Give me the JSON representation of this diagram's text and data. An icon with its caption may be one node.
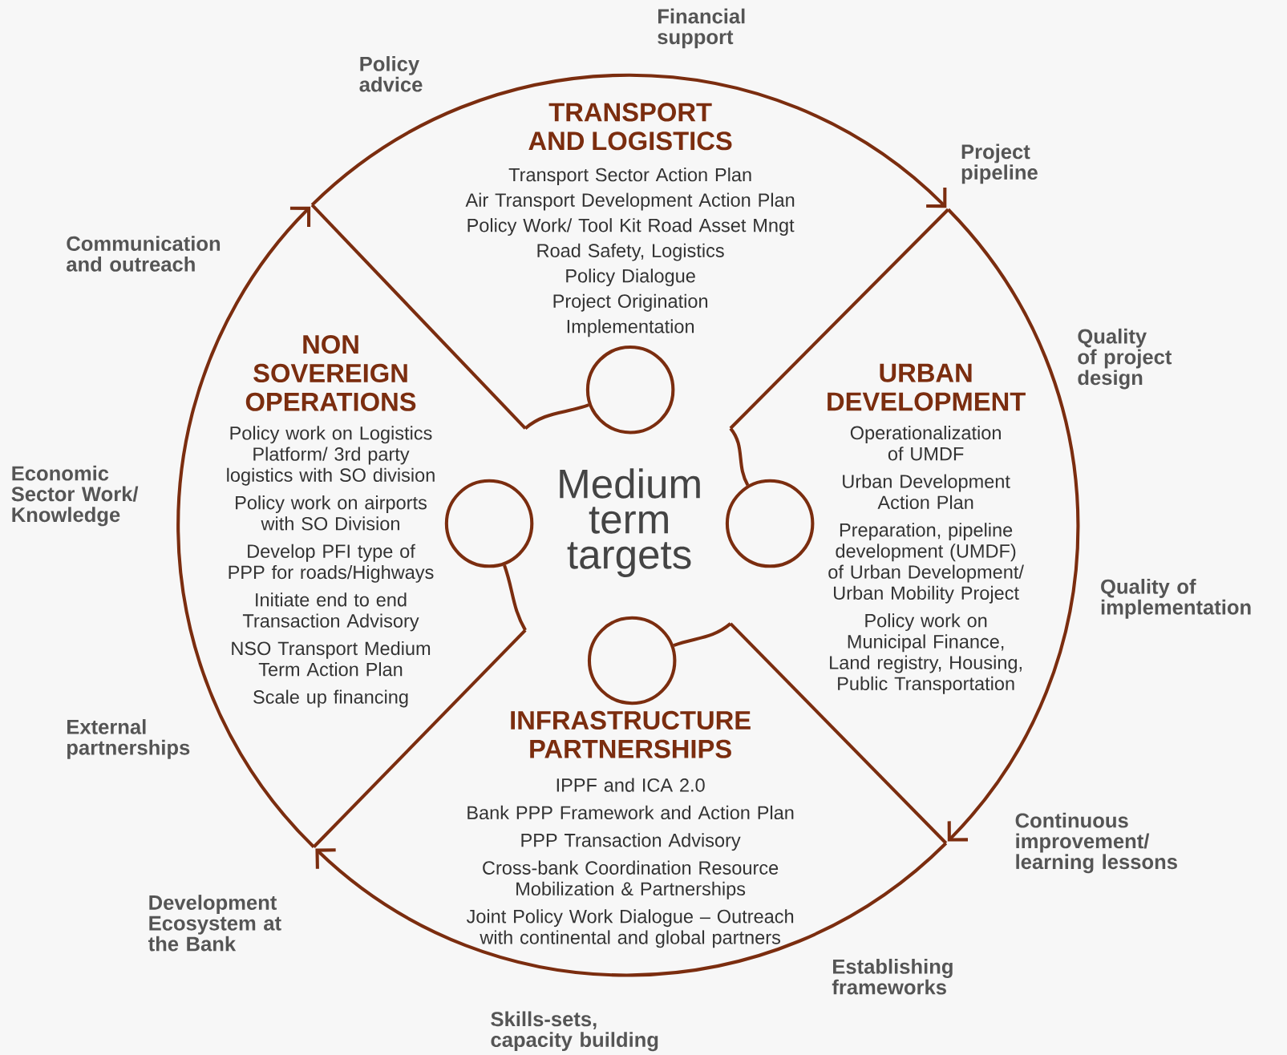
{
  "diagram": {
    "nodes": [
      {
        "text": [
          "TRANSPORT AND LOGISTICS",
          "Transport Sector Action Plan",
          "Air Transport Development Action Plan",
          "Policy Work/ Tool Kit Road Asset Mngt",
          "Road Safety, Logistics",
          "Policy Dialogue",
          "Project Origination",
          "Implementation"
        ]
      },
      {
        "text": [
          "NON SOVEREIGN OPERATIONS",
          "Policy work on Logistics Platform/ 3rd party logistics with SO division",
          "Policy work on airports with SO Division",
          "Develop PFI type of PPP for roads/Highways",
          "Initiate end to end Transaction Advisory",
          "NSO Transport Medium Term Action Plan",
          "Scale up financing"
        ]
      },
      {
        "text": [
          "URBAN DEVELOPMENT",
          "Operationalization of UMDF",
          "Urban Development Action Plan",
          "Preparation, pipeline development (UMDF) of Urban Development/ Urban Mobility Project",
          "Policy work on Municipal Finance, Land registry, Housing, Public Transportation"
        ]
      },
      {
        "text": [
          "INFRASTRUCTURE PARTNERSHIPS",
          "IPPF and ICA 2.0",
          "Bank PPP Framework and Action Plan",
          "PPP Transaction Advisory",
          "Cross-bank Coordination Resource Mobilization & Partnerships",
          "Joint Policy Work Dialogue – Outreach with continental and global partners"
        ]
      },
      {
        "text": [],
        "shape": "circle",
        "in": 0
      },
      {
        "text": [],
        "shape": "circle",
        "in": 1
      },
      {
        "text": [],
        "shape": "circle",
        "in": 2
      },
      {
        "text": [],
        "shape": "circle",
        "in": 3
      }
    ],
    "edges": [
      {
        "from": 0,
        "to": 2,
        "arrow": "to"
      },
      {
        "from": 2,
        "to": 3,
        "arrow": "to"
      },
      {
        "from": 3,
        "to": 1,
        "arrow": "to"
      },
      {
        "from": 1,
        "to": 0,
        "arrow": "to"
      },
      {
        "from": 0,
        "to": 4,
        "arrow": "none"
      },
      {
        "from": 1,
        "to": 5,
        "arrow": "none"
      },
      {
        "from": 2,
        "to": 6,
        "arrow": "none"
      },
      {
        "from": 3,
        "to": 7,
        "arrow": "none"
      }
    ],
    "labels": [
      "Financial support",
      "Policy advice",
      "Project pipeline",
      "Communication and outreach",
      "Quality of project design",
      "Economic Sector Work/ Knowledge",
      "Medium term targets",
      "Quality of implementation",
      "External partnerships",
      "Continuous improvement/ learning lessons",
      "Development Ecosystem at the Bank",
      "Establishing frameworks",
      "Skills-sets, capacity building"
    ]
  }
}
